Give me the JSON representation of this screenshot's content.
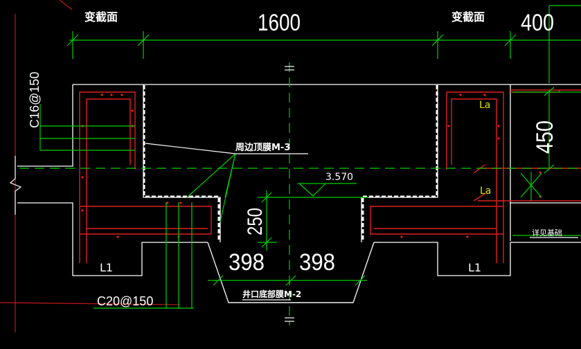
{
  "colors": {
    "background": "#000000",
    "outline": "#ffffff",
    "dimension": "#00d000",
    "rebar": "#e02020",
    "anchor": "#e0e000",
    "leader": "#20e020",
    "red_border": "#c01818"
  },
  "labels": {
    "section_change_left": "变截面",
    "section_change_right": "变截面",
    "dim_top_main": "1600",
    "dim_top_right": "400",
    "dim_right_vertical": "450",
    "dim_center_vertical": "250",
    "dim_bottom_left": "398",
    "dim_bottom_right": "398",
    "rebar_left_vertical": "C16@150",
    "rebar_bottom": "C20@150",
    "waterproof_membrane_top": "周边顶膜M-3",
    "elevation": "3.570",
    "beam_left": "L1",
    "beam_right": "L1",
    "anchor_upper": "La",
    "anchor_lower": "La",
    "side_note": "详见基础",
    "waterproof_membrane_bottom": "井口底部膜M-2"
  }
}
